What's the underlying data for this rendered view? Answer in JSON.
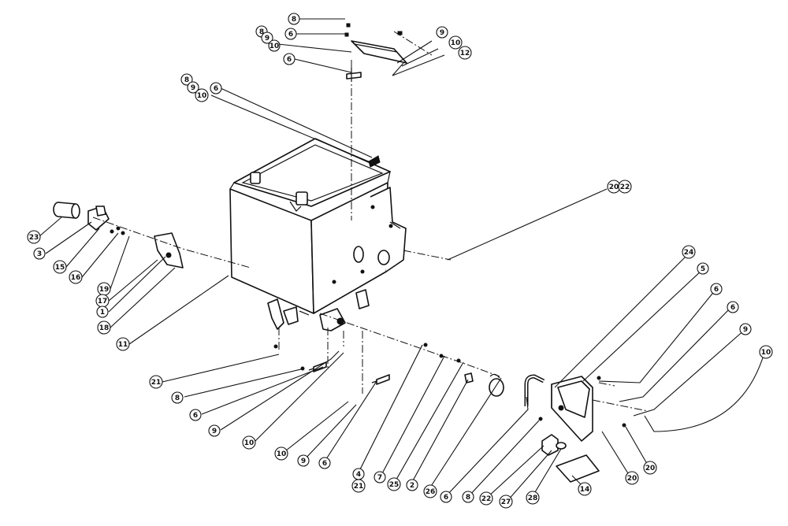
{
  "callouts": [
    "8",
    "6",
    "8",
    "9",
    "10",
    "9",
    "10",
    "12",
    "6",
    "8",
    "9",
    "10",
    "6",
    "20",
    "22",
    "23",
    "3",
    "15",
    "16",
    "19",
    "17",
    "1",
    "18",
    "11",
    "24",
    "5",
    "6",
    "6",
    "9",
    "10",
    "21",
    "8",
    "6",
    "9",
    "10",
    "10",
    "9",
    "6",
    "4",
    "21",
    "7",
    "25",
    "2",
    "26",
    "6",
    "8",
    "22",
    "27",
    "28",
    "14",
    "20",
    "20"
  ]
}
